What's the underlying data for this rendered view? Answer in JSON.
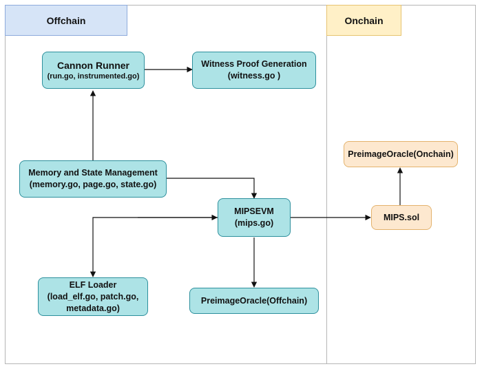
{
  "regions": {
    "offchain": {
      "label": "Offchain",
      "header_color": "#d6e4f7",
      "header_border": "#8eaadb"
    },
    "onchain": {
      "label": "Onchain",
      "header_color": "#fff0c7",
      "header_border": "#e6c370"
    }
  },
  "nodes": {
    "cannon_runner": {
      "title": "Cannon Runner",
      "sub": "(run.go, instrumented.go)"
    },
    "witness": {
      "title": "Witness Proof Generation",
      "sub": "(witness.go )"
    },
    "memory": {
      "title": "Memory and State Management",
      "sub": "(memory.go, page.go, state.go)"
    },
    "mipsevm": {
      "title": "MIPSEVM",
      "sub": "(mips.go)"
    },
    "elf": {
      "title": "ELF Loader",
      "sub": "(load_elf.go, patch.go,",
      "sub2": "metadata.go)"
    },
    "preimage_off": {
      "title": "PreimageOracle(Offchain)"
    },
    "preimage_on": {
      "title": "PreimageOracle(Onchain)"
    },
    "mips_sol": {
      "title": "MIPS.sol"
    }
  },
  "colors": {
    "teal_fill": "#ade3e6",
    "teal_border": "#2c8f9c",
    "orange_fill": "#fde8cf",
    "orange_border": "#e3b26c",
    "edge": "#111111"
  }
}
